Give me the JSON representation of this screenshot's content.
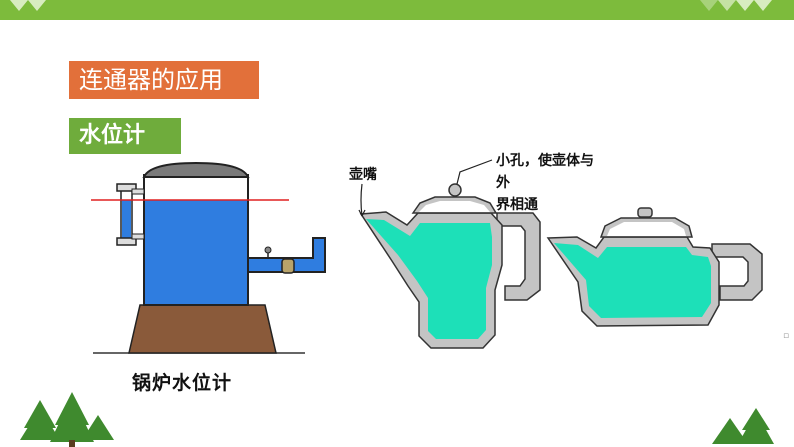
{
  "title": "连通器的应用",
  "subtitle": "水位计",
  "boiler": {
    "caption": "锅炉水位计"
  },
  "teapot": {
    "spout_label": "壶嘴",
    "hole_label_line1": "小孔，使壶体与外",
    "hole_label_line2": "界相通"
  },
  "colors": {
    "banner": "#7dbb3c",
    "title_box": "#e2703a",
    "subtitle_box": "#6fac3c",
    "boiler_water": "#2f7de0",
    "teapot_water": "#1de0b8",
    "teapot_body": "#c4c4c4",
    "water_line": "#e02020",
    "base": "#8a5a3a"
  },
  "icons": [
    "pine-tree-icon",
    "valve-icon"
  ]
}
